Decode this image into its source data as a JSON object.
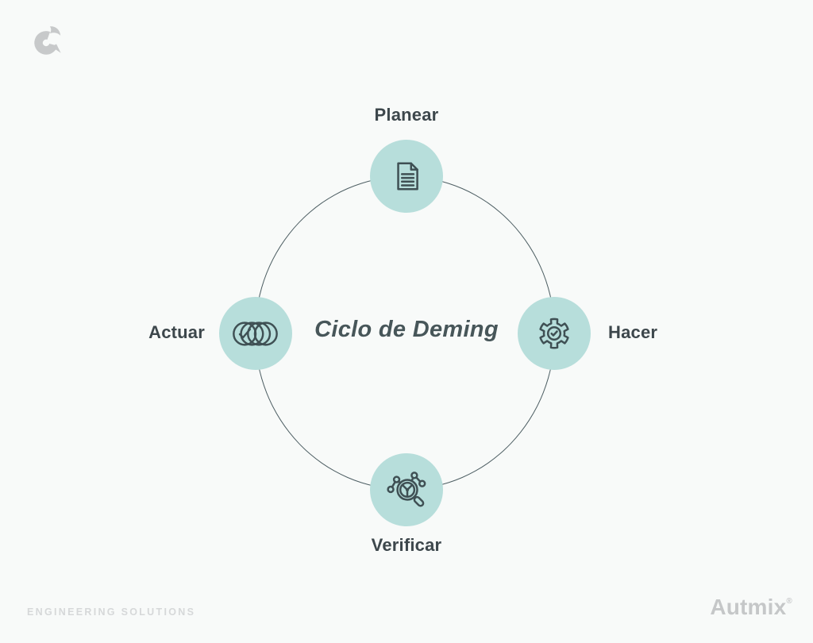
{
  "page": {
    "background_color": "#f8faf9"
  },
  "brand_header": {
    "logo": "autmix-logo-mark",
    "logo_color": "#c7c9ca"
  },
  "diagram": {
    "title": "Ciclo de Deming",
    "title_color": "#475659",
    "ring_color": "#4d5e63",
    "node_fill_color": "#b7dedb",
    "icon_stroke_color": "#3f5054",
    "label_color": "#3d474c",
    "nodes": [
      {
        "id": "planear",
        "label": "Planear",
        "position": "top",
        "icon": "document-icon"
      },
      {
        "id": "hacer",
        "label": "Hacer",
        "position": "right",
        "icon": "gear-check-icon"
      },
      {
        "id": "verificar",
        "label": "Verificar",
        "position": "bottom",
        "icon": "magnifier-analysis-icon"
      },
      {
        "id": "actuar",
        "label": "Actuar",
        "position": "left",
        "icon": "coins-check-icon"
      }
    ]
  },
  "footer": {
    "tagline": "ENGINEERING SOLUTIONS",
    "tagline_color": "#d6d8d9",
    "brand": "Autmix",
    "registered_mark": "®",
    "brand_color": "#c5c7c8"
  }
}
